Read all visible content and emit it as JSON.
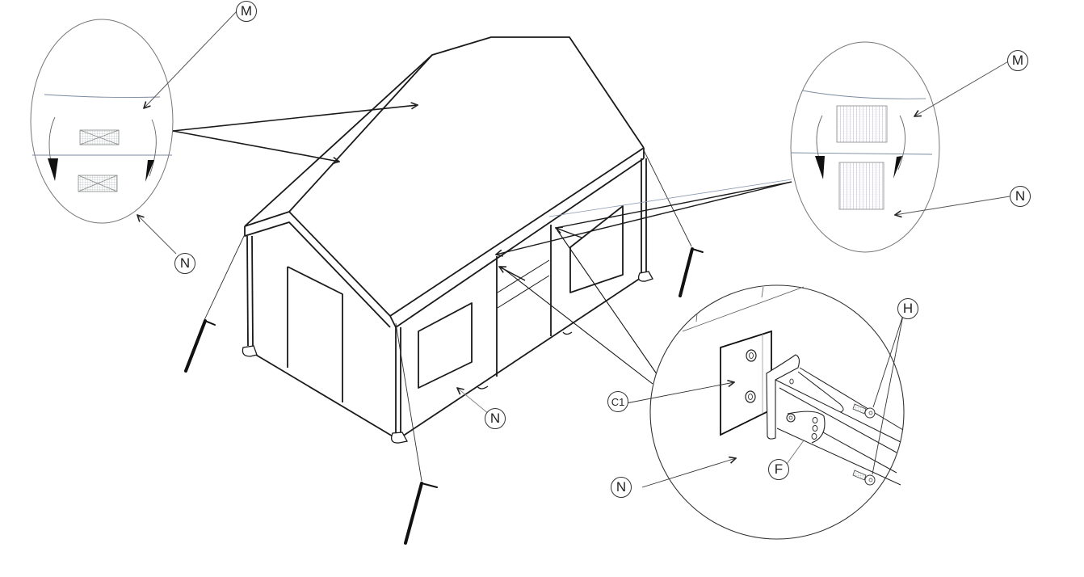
{
  "diagram": {
    "type": "assembly-illustration",
    "subject": "inflatable tent with pitched roof, guy ropes and stakes",
    "labels": {
      "M_left": "M",
      "N_left": "N",
      "M_right": "M",
      "N_right": "N",
      "N_wall": "N",
      "C1": "C1",
      "N_detail": "N",
      "F": "F",
      "H": "H"
    },
    "callouts": [
      {
        "id": "M",
        "meaning": "roof panel (velcro strip, top)"
      },
      {
        "id": "N",
        "meaning": "wall panel (velcro strip, bottom)"
      },
      {
        "id": "C1",
        "meaning": "wall mounting plate"
      },
      {
        "id": "F",
        "meaning": "hinge bracket"
      },
      {
        "id": "H",
        "meaning": "screws (x2)"
      }
    ],
    "details": [
      {
        "name": "left-detail-ellipse",
        "content": "roof/wall join with X-marked velcro patches, fold arrows"
      },
      {
        "name": "right-detail-ellipse",
        "content": "roof/wall join with gridded velcro patches, fold arrows"
      },
      {
        "name": "bracket-detail-circle",
        "content": "plate C1 with bracket F and screws H"
      }
    ],
    "colors": {
      "line": "#1a1a1a",
      "thin_line": "#555555",
      "detail_line": "#7a8aa0",
      "background": "#ffffff"
    }
  }
}
